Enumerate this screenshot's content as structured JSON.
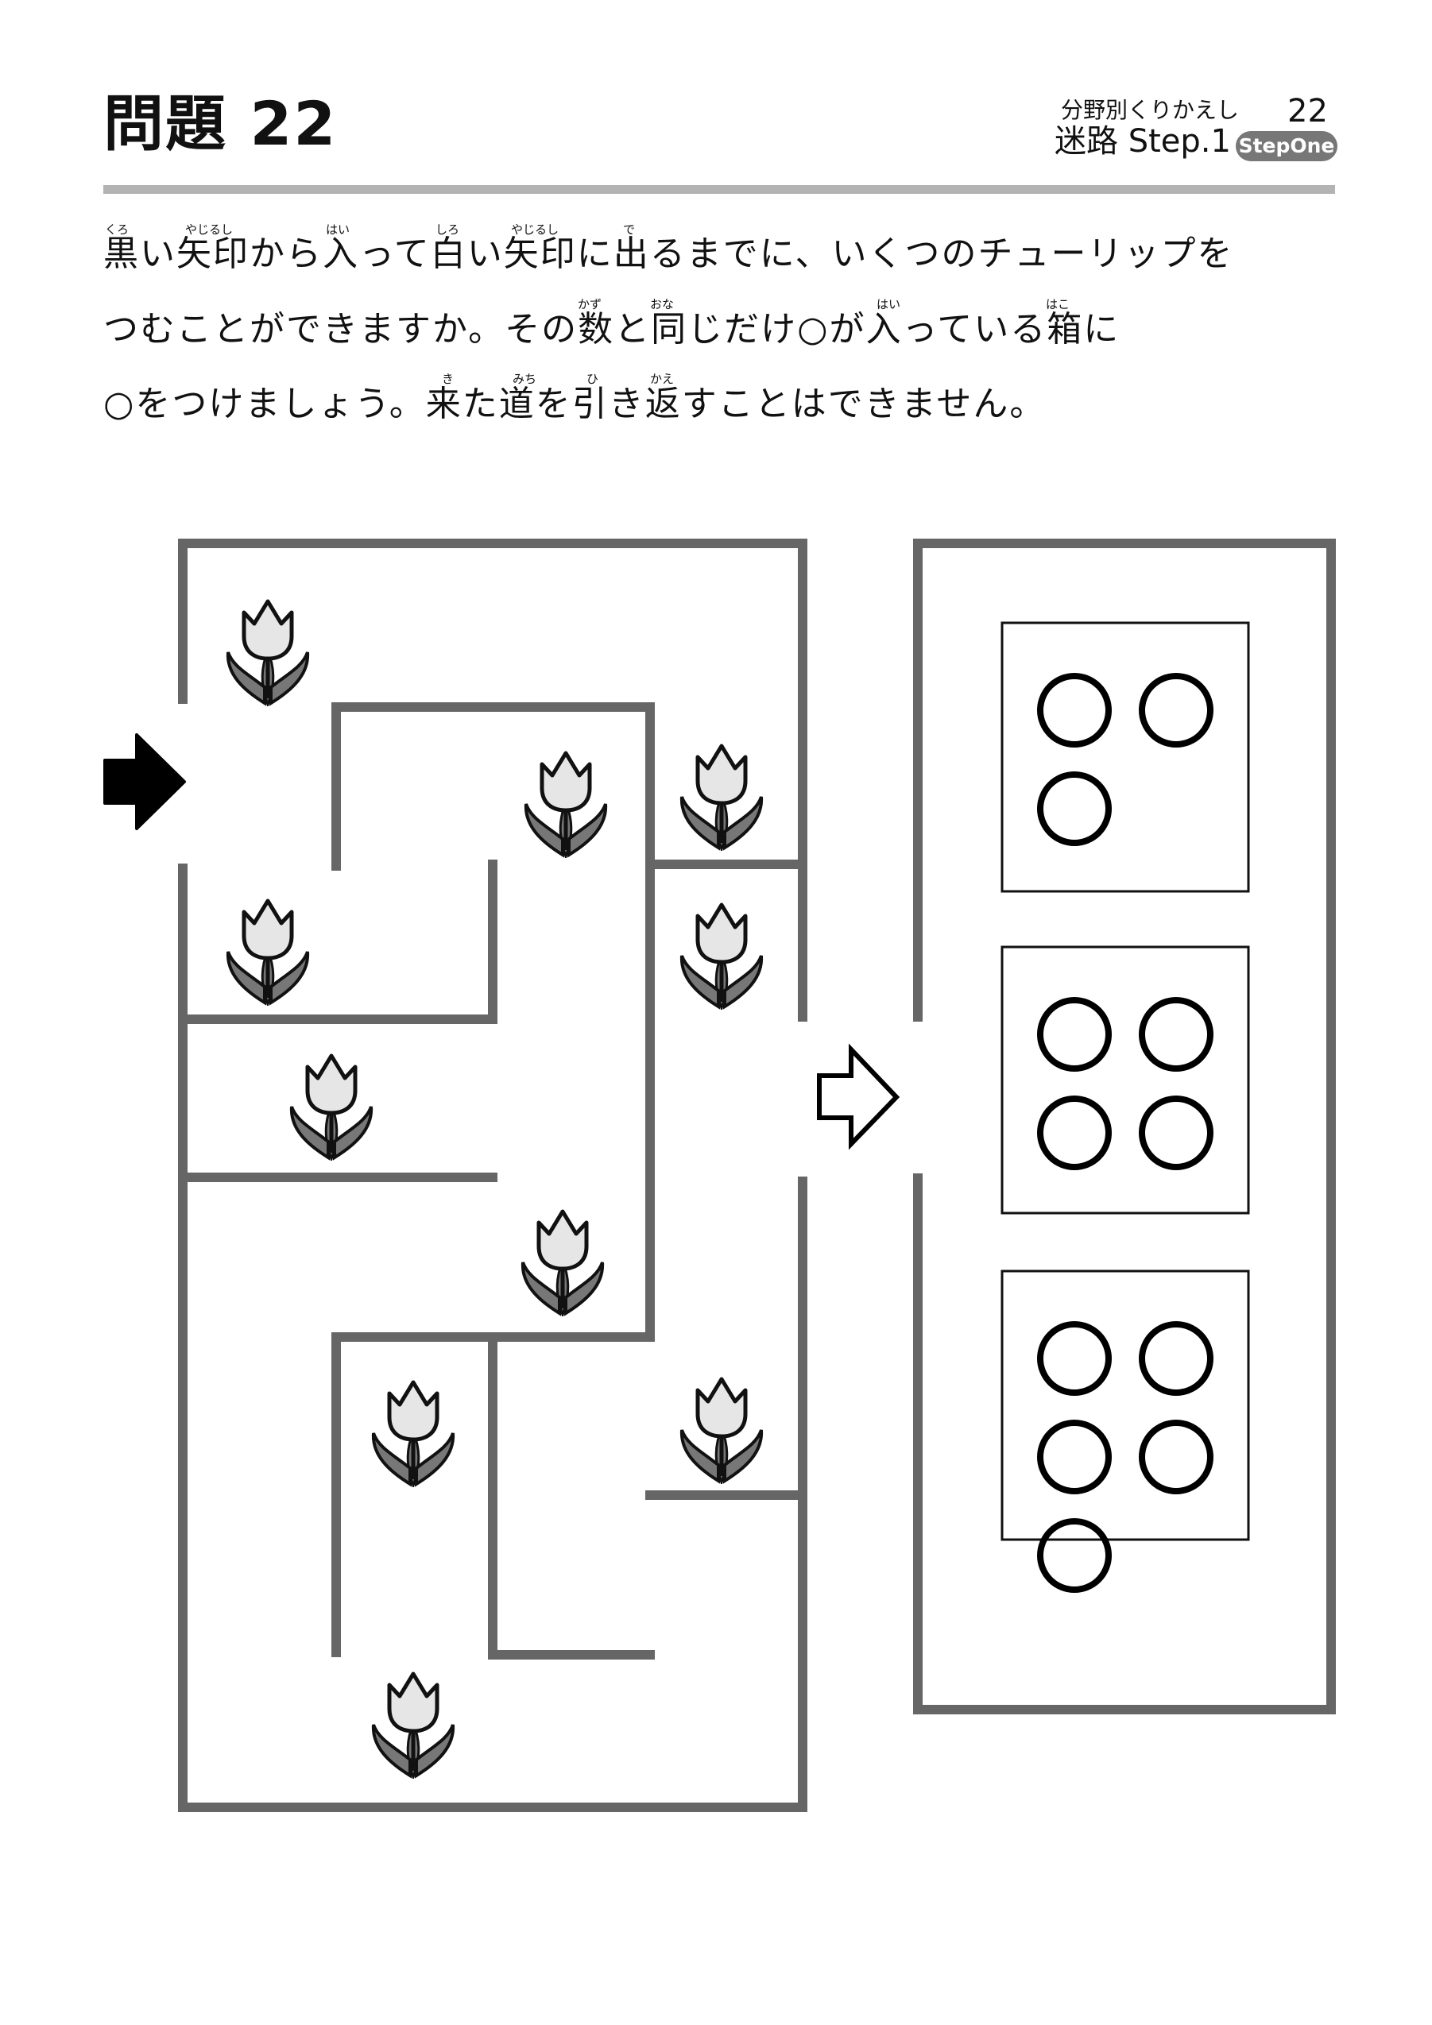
{
  "header": {
    "title": "問題 22",
    "category": "分野別くりかえし",
    "page_number": "22",
    "subtitle": "迷路 Step.1",
    "badge": "StepOne"
  },
  "instructions": {
    "line1": "黒い矢印から入って白い矢印に出るまでに、いくつのチューリップを",
    "line2": "つむことができますか。その数と同じだけ○が入っている箱に",
    "line3": "○をつけましょう。来た道を引き返すことはできません。",
    "ruby": [
      "くろ",
      "やじるし",
      "はい",
      "しろ",
      "やじるし",
      "で",
      "かず",
      "おな",
      "はい",
      "はこ",
      "き",
      "みち",
      "ひ",
      "かえ"
    ]
  },
  "maze": {
    "tulip_count": 10,
    "start": "black-arrow",
    "goal": "white-arrow"
  },
  "answer_boxes": [
    {
      "circles": 3
    },
    {
      "circles": 4
    },
    {
      "circles": 5
    }
  ],
  "colors": {
    "wall": "#666666",
    "tulip_petal": "#e6e6e6",
    "tulip_leaf": "#777777",
    "rule": "#b3b3b3"
  }
}
